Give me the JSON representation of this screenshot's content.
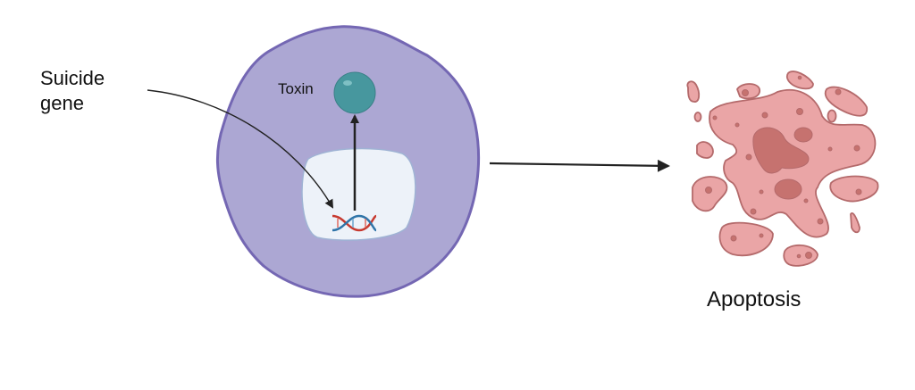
{
  "labels": {
    "suicide_gene_line1": "Suicide",
    "suicide_gene_line2": "gene",
    "toxin": "Toxin",
    "apoptosis": "Apoptosis"
  },
  "colors": {
    "cell_fill": "#aca7d3",
    "cell_stroke": "#7467b3",
    "nucleus_fill": "#edf2f9",
    "toxin": "#47979e",
    "apoptotic_fill": "#eaa5a6",
    "apoptotic_stroke": "#b46a6b",
    "apoptotic_dark": "#c6726f",
    "dna_red": "#c7392f",
    "dna_blue": "#2f74a8"
  }
}
